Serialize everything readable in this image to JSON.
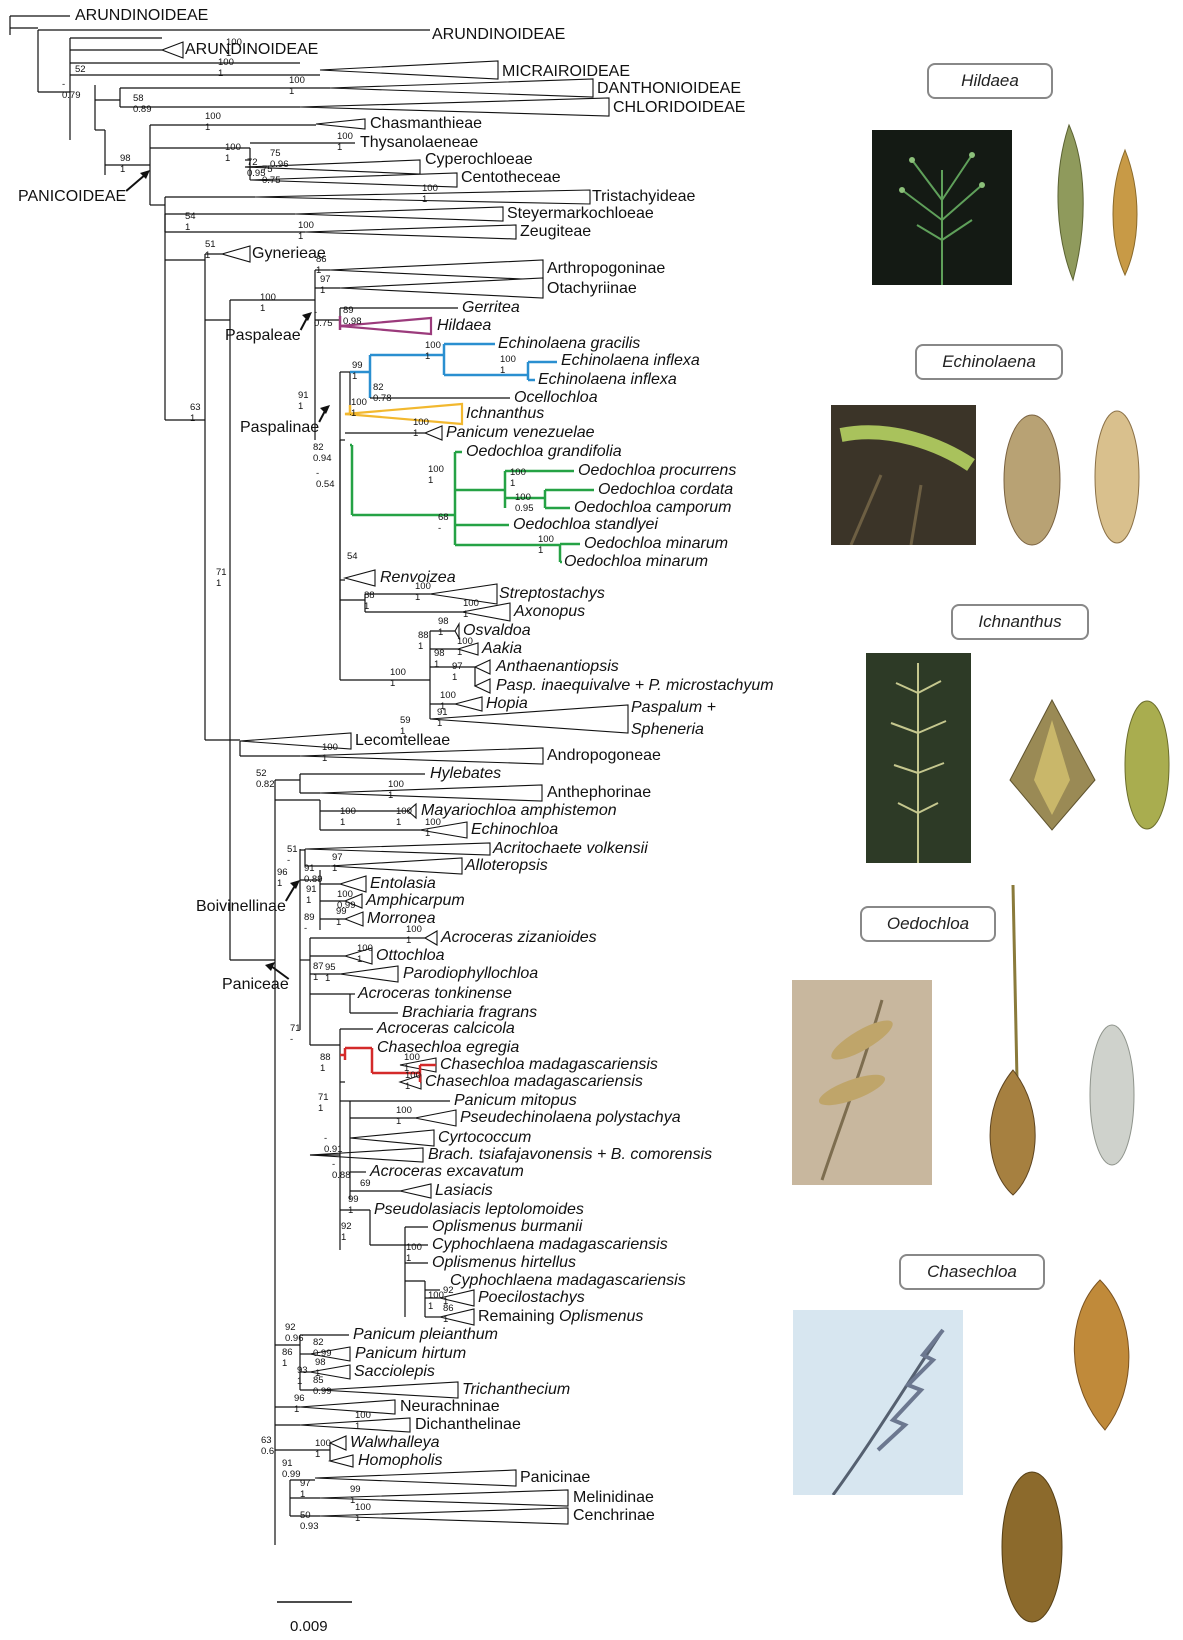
{
  "colors": {
    "hildaea": "#9b3b7c",
    "echinolaena": "#2a8fd0",
    "ichnanthus": "#f2b82f",
    "oedochloa": "#25a245",
    "chasechloa": "#d42a2a",
    "branch": "#111111"
  },
  "scale_bar": {
    "label": "0.009"
  },
  "photo_tags": [
    {
      "id": "hildaea",
      "name": "Hildaea"
    },
    {
      "id": "echinolaena",
      "name": "Echinolaena"
    },
    {
      "id": "ichnanthus",
      "name": "Ichnanthus"
    },
    {
      "id": "oedochloa",
      "name": "Oedochloa"
    },
    {
      "id": "chasechloa",
      "name": "Chasechloa"
    }
  ],
  "tips": [
    {
      "id": "arund1",
      "label": "ARUNDINOIDEAE"
    },
    {
      "id": "arund2",
      "label": "ARUNDINOIDEAE"
    },
    {
      "id": "arund3",
      "label": "ARUNDINOIDEAE"
    },
    {
      "id": "micrai",
      "label": "MICRAIROIDEAE"
    },
    {
      "id": "danth",
      "label": "DANTHONIOIDEAE"
    },
    {
      "id": "chlor",
      "label": "CHLORIDOIDEAE"
    },
    {
      "id": "chasm",
      "label": "Chasmanthieae"
    },
    {
      "id": "thysa",
      "label": "Thysanolaeneae"
    },
    {
      "id": "cyper",
      "label": "Cyperochloeae"
    },
    {
      "id": "cento",
      "label": "Centotheceae"
    },
    {
      "id": "trist",
      "label": "Tristachyideae"
    },
    {
      "id": "steyer",
      "label": "Steyermarkochloeae"
    },
    {
      "id": "zeugi",
      "label": "Zeugiteae"
    },
    {
      "id": "gyner",
      "label": "Gynerieae"
    },
    {
      "id": "arthro",
      "label": "Arthropogoninae"
    },
    {
      "id": "otachy",
      "label": "Otachyriinae"
    },
    {
      "id": "gerritea",
      "label": "Gerritea"
    },
    {
      "id": "hildaea",
      "label": "Hildaea"
    },
    {
      "id": "egrac",
      "label": "Echinolaena gracilis"
    },
    {
      "id": "einf1",
      "label": "Echinolaena inflexa"
    },
    {
      "id": "einf2",
      "label": "Echinolaena inflexa"
    },
    {
      "id": "ocello",
      "label": "Ocellochloa"
    },
    {
      "id": "ichn",
      "label": "Ichnanthus"
    },
    {
      "id": "pvenez",
      "label": "Panicum venezuelae"
    },
    {
      "id": "ograndi",
      "label": "Oedochloa grandifolia"
    },
    {
      "id": "oprocur",
      "label": "Oedochloa procurrens"
    },
    {
      "id": "ocordata",
      "label": "Oedochloa cordata"
    },
    {
      "id": "ocampo",
      "label": "Oedochloa camporum"
    },
    {
      "id": "ostand",
      "label": "Oedochloa standlyei"
    },
    {
      "id": "ominar1",
      "label": "Oedochloa minarum"
    },
    {
      "id": "ominar2",
      "label": "Oedochloa minarum"
    },
    {
      "id": "renvo",
      "label": "Renvoizea"
    },
    {
      "id": "strepto",
      "label": "Streptostachys"
    },
    {
      "id": "axono",
      "label": "Axonopus"
    },
    {
      "id": "osval",
      "label": "Osvaldoa"
    },
    {
      "id": "aakia",
      "label": "Aakia"
    },
    {
      "id": "anthae",
      "label": "Anthaenantiopsis"
    },
    {
      "id": "paspin",
      "label": "Pasp. inaequivalve + P. microstachyum"
    },
    {
      "id": "hopia",
      "label": "Hopia"
    },
    {
      "id": "paspal",
      "label": "Paspalum +"
    },
    {
      "id": "spheneria",
      "label": "Spheneria"
    },
    {
      "id": "lecomt",
      "label": "Lecomtelleae"
    },
    {
      "id": "andropo",
      "label": "Andropogoneae"
    },
    {
      "id": "hyleb",
      "label": "Hylebates"
    },
    {
      "id": "anthep",
      "label": "Anthephorinae"
    },
    {
      "id": "mayari",
      "label": "Mayariochloa amphistemon"
    },
    {
      "id": "echino",
      "label": "Echinochloa"
    },
    {
      "id": "acrito",
      "label": "Acritochaete volkensii"
    },
    {
      "id": "allot",
      "label": "Alloteropsis"
    },
    {
      "id": "entol",
      "label": "Entolasia"
    },
    {
      "id": "amphi",
      "label": "Amphicarpum"
    },
    {
      "id": "morron",
      "label": "Morronea"
    },
    {
      "id": "acrziz",
      "label": "Acroceras zizanioides"
    },
    {
      "id": "ottoch",
      "label": "Ottochloa"
    },
    {
      "id": "parodi",
      "label": "Parodiophyllochloa"
    },
    {
      "id": "acrton",
      "label": "Acroceras tonkinense"
    },
    {
      "id": "brachf",
      "label": "Brachiaria fragrans"
    },
    {
      "id": "acrcal",
      "label": "Acroceras calcicola"
    },
    {
      "id": "chaseg",
      "label": "Chasechloa egregia"
    },
    {
      "id": "chasm1",
      "label": "Chasechloa madagascariensis"
    },
    {
      "id": "chasm2",
      "label": "Chasechloa madagascariensis"
    },
    {
      "id": "panmit",
      "label": "Panicum mitopus"
    },
    {
      "id": "pseudech",
      "label": "Pseudechinolaena polystachya"
    },
    {
      "id": "cyrto",
      "label": "Cyrtococcum"
    },
    {
      "id": "brachts",
      "label": "Brach. tsiafajavonensis + B. comorensis"
    },
    {
      "id": "acrexc",
      "label": "Acroceras excavatum"
    },
    {
      "id": "lasiac",
      "label": "Lasiacis"
    },
    {
      "id": "pseudol",
      "label": "Pseudolasiacis leptolomoides"
    },
    {
      "id": "oplbur",
      "label": "Oplismenus burmanii"
    },
    {
      "id": "cyph1",
      "label": "Cyphochlaena madagascariensis"
    },
    {
      "id": "oplhir",
      "label": "Oplismenus hirtellus"
    },
    {
      "id": "cyph2",
      "label": "Cyphochlaena madagascariensis"
    },
    {
      "id": "poecil",
      "label": "Poecilostachys"
    },
    {
      "id": "remopl",
      "label": "Remaining Oplismenus"
    },
    {
      "id": "panple",
      "label": "Panicum pleianthum"
    },
    {
      "id": "panhir",
      "label": "Panicum hirtum"
    },
    {
      "id": "saccio",
      "label": "Sacciolepis"
    },
    {
      "id": "trichan",
      "label": "Trichanthecium"
    },
    {
      "id": "neurach",
      "label": "Neurachninae"
    },
    {
      "id": "dichan",
      "label": "Dichanthelinae"
    },
    {
      "id": "walwh",
      "label": "Walwhalleya"
    },
    {
      "id": "homoph",
      "label": "Homopholis"
    },
    {
      "id": "panicin",
      "label": "Panicinae"
    },
    {
      "id": "melinid",
      "label": "Melinidinae"
    },
    {
      "id": "cenchr",
      "label": "Cenchrinae"
    }
  ],
  "clade_labels": [
    {
      "id": "panicoideae",
      "label": "PANICOIDEAE"
    },
    {
      "id": "paspaleae",
      "label": "Paspaleae"
    },
    {
      "id": "paspalinae",
      "label": "Paspalinae"
    },
    {
      "id": "boivinellinae",
      "label": "Boivinellinae"
    },
    {
      "id": "paniceae",
      "label": "Paniceae"
    }
  ],
  "supports": [
    {
      "t": "100",
      "b": "1"
    },
    {
      "t": "52",
      "b": ""
    },
    {
      "t": "100",
      "b": "1"
    },
    {
      "t": "-",
      "b": "0.79"
    },
    {
      "t": "100",
      "b": "1"
    },
    {
      "t": "58",
      "b": "0.89"
    },
    {
      "t": "100",
      "b": "1"
    },
    {
      "t": "98",
      "b": "1"
    },
    {
      "t": "100",
      "b": "1"
    },
    {
      "t": "100",
      "b": "1"
    },
    {
      "t": "75",
      "b": "0.96"
    },
    {
      "t": "72",
      "b": "0.95"
    },
    {
      "t": "75",
      "b": "0.75"
    },
    {
      "t": "100",
      "b": "1"
    },
    {
      "t": "54",
      "b": "1"
    },
    {
      "t": "100",
      "b": "1"
    },
    {
      "t": "51",
      "b": "1"
    },
    {
      "t": "86",
      "b": "1"
    },
    {
      "t": "97",
      "b": "1"
    },
    {
      "t": "100",
      "b": "1"
    },
    {
      "t": "-",
      "b": "0.75"
    },
    {
      "t": "89",
      "b": "0.98"
    },
    {
      "t": "100",
      "b": "1"
    },
    {
      "t": "100",
      "b": "1"
    },
    {
      "t": "99",
      "b": "1"
    },
    {
      "t": "82",
      "b": "0.78"
    },
    {
      "t": "100",
      "b": "1"
    },
    {
      "t": "91",
      "b": "1"
    },
    {
      "t": "100",
      "b": "1"
    },
    {
      "t": "82",
      "b": "0.94"
    },
    {
      "t": "-",
      "b": "0.54"
    },
    {
      "t": "100",
      "b": "1"
    },
    {
      "t": "100",
      "b": "1"
    },
    {
      "t": "100",
      "b": "0.95"
    },
    {
      "t": "68",
      "b": "-"
    },
    {
      "t": "100",
      "b": "1"
    },
    {
      "t": "54",
      "b": ""
    },
    {
      "t": "88",
      "b": "1"
    },
    {
      "t": "100",
      "b": "1"
    },
    {
      "t": "100",
      "b": "1"
    },
    {
      "t": "98",
      "b": "1"
    },
    {
      "t": "88",
      "b": "1"
    },
    {
      "t": "100",
      "b": "1"
    },
    {
      "t": "98",
      "b": "1"
    },
    {
      "t": "97",
      "b": "1"
    },
    {
      "t": "100",
      "b": "1"
    },
    {
      "t": "100",
      "b": "1"
    },
    {
      "t": "91",
      "b": "1"
    },
    {
      "t": "59",
      "b": "1"
    },
    {
      "t": "63",
      "b": "1"
    },
    {
      "t": "71",
      "b": "1"
    },
    {
      "t": "100",
      "b": "1"
    },
    {
      "t": "52",
      "b": "0.82"
    },
    {
      "t": "100",
      "b": "1"
    },
    {
      "t": "100",
      "b": "1"
    },
    {
      "t": "100",
      "b": "1"
    },
    {
      "t": "100",
      "b": "1"
    },
    {
      "t": "51",
      "b": "-"
    },
    {
      "t": "97",
      "b": "1"
    },
    {
      "t": "96",
      "b": "1"
    },
    {
      "t": "91",
      "b": "0.89"
    },
    {
      "t": "91",
      "b": "1"
    },
    {
      "t": "100",
      "b": "0.99"
    },
    {
      "t": "99",
      "b": "1"
    },
    {
      "t": "89",
      "b": "-"
    },
    {
      "t": "100",
      "b": "1"
    },
    {
      "t": "100",
      "b": "1"
    },
    {
      "t": "95",
      "b": "1"
    },
    {
      "t": "87",
      "b": "1"
    },
    {
      "t": "71",
      "b": "-"
    },
    {
      "t": "88",
      "b": "1"
    },
    {
      "t": "100",
      "b": "1"
    },
    {
      "t": "100",
      "b": "1"
    },
    {
      "t": "71",
      "b": "1"
    },
    {
      "t": "100",
      "b": "1"
    },
    {
      "t": "-",
      "b": "0.91"
    },
    {
      "t": "-",
      "b": "0.88"
    },
    {
      "t": "69",
      "b": ""
    },
    {
      "t": "92",
      "b": "1"
    },
    {
      "t": "100",
      "b": "1"
    },
    {
      "t": "100",
      "b": "1"
    },
    {
      "t": "92",
      "b": "1"
    },
    {
      "t": "86",
      "b": "1"
    },
    {
      "t": "99",
      "b": "1"
    },
    {
      "t": "92",
      "b": "0.96"
    },
    {
      "t": "82",
      "b": "0.99"
    },
    {
      "t": "86",
      "b": "1"
    },
    {
      "t": "98",
      "b": "1"
    },
    {
      "t": "93",
      "b": "1"
    },
    {
      "t": "85",
      "b": "0.99"
    },
    {
      "t": "96",
      "b": "1"
    },
    {
      "t": "100",
      "b": "1"
    },
    {
      "t": "100",
      "b": "1"
    },
    {
      "t": "63",
      "b": "0.6"
    },
    {
      "t": "91",
      "b": "0.99"
    },
    {
      "t": "97",
      "b": "1"
    },
    {
      "t": "99",
      "b": "1"
    },
    {
      "t": "100",
      "b": "1"
    },
    {
      "t": "50",
      "b": "0.93"
    }
  ]
}
